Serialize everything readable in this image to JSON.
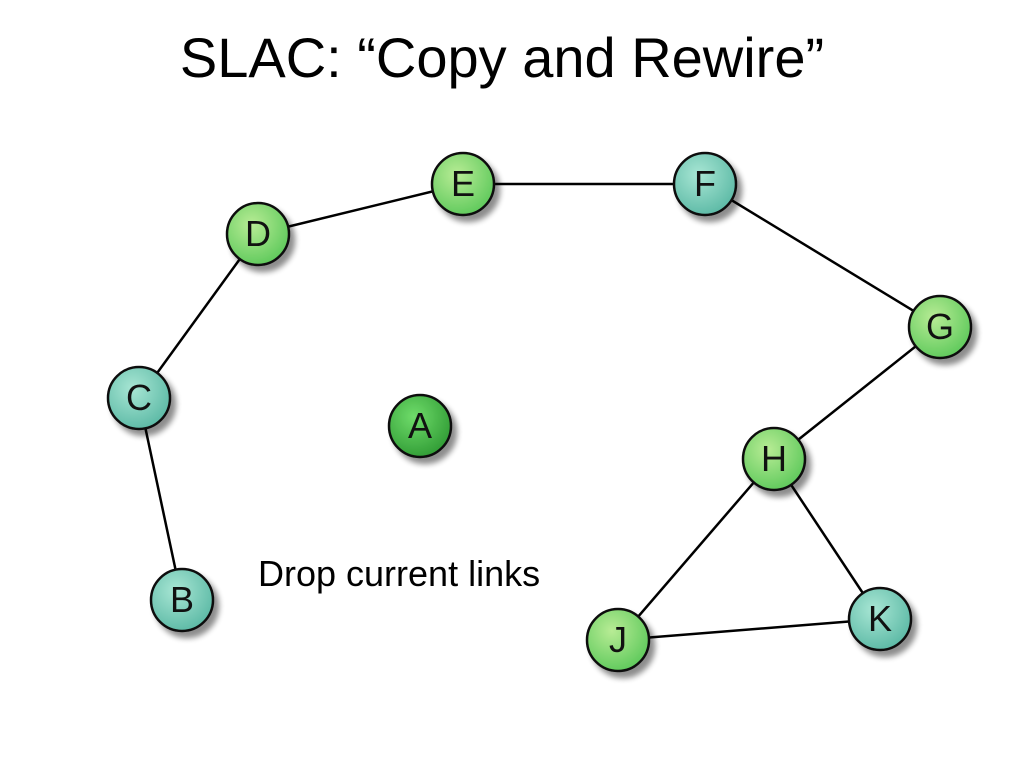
{
  "title": "SLAC: “Copy and Rewire”",
  "caption": "Drop current links",
  "colors": {
    "node_green_light": "#b8ec95",
    "node_green_dark": "#5cc85a",
    "node_teal_light": "#a8e6d4",
    "node_teal_dark": "#5ab8a4",
    "node_selected_light": "#6fdc6a",
    "node_selected_dark": "#2f9a34",
    "edge": "#000000",
    "node_stroke": "#111111"
  },
  "nodes": [
    {
      "id": "A",
      "label": "A",
      "style": "selected"
    },
    {
      "id": "B",
      "label": "B",
      "style": "teal"
    },
    {
      "id": "C",
      "label": "C",
      "style": "teal"
    },
    {
      "id": "D",
      "label": "D",
      "style": "green"
    },
    {
      "id": "E",
      "label": "E",
      "style": "green"
    },
    {
      "id": "F",
      "label": "F",
      "style": "teal"
    },
    {
      "id": "G",
      "label": "G",
      "style": "green"
    },
    {
      "id": "H",
      "label": "H",
      "style": "green"
    },
    {
      "id": "J",
      "label": "J",
      "style": "green"
    },
    {
      "id": "K",
      "label": "K",
      "style": "teal"
    }
  ],
  "edges": [
    [
      "B",
      "C"
    ],
    [
      "C",
      "D"
    ],
    [
      "D",
      "E"
    ],
    [
      "E",
      "F"
    ],
    [
      "F",
      "G"
    ],
    [
      "G",
      "H"
    ],
    [
      "H",
      "J"
    ],
    [
      "H",
      "K"
    ],
    [
      "J",
      "K"
    ]
  ]
}
